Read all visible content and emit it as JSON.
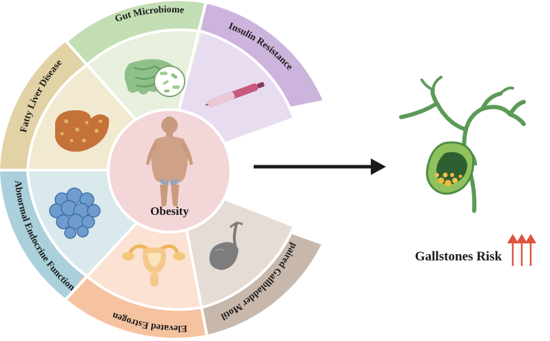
{
  "center": {
    "label": "Obesity"
  },
  "segments": [
    {
      "label": "Gut Microbiome",
      "outer_color": "#c3deb4",
      "inner_color": "#e7f1de",
      "icon": "intestine-icon"
    },
    {
      "label": "Insulin Resistance",
      "outer_color": "#cdb4dd",
      "inner_color": "#e8dcf1",
      "icon": "insulin-pen-icon"
    },
    {
      "label": "Impaired Gallbladder Motility",
      "outer_color": "#c8b8ac",
      "inner_color": "#e6dcd6",
      "icon": "gallbladder-icon"
    },
    {
      "label": "Elevated Estrogen",
      "outer_color": "#f5c3a0",
      "inner_color": "#fbe2d2",
      "icon": "uterus-icon"
    },
    {
      "label": "Abnormal Endocrine Function",
      "outer_color": "#a9d0db",
      "inner_color": "#d9e9ec",
      "icon": "fat-cells-icon"
    },
    {
      "label": "Fatty Liver Disease",
      "outer_color": "#e2d3a6",
      "inner_color": "#f1ead0",
      "icon": "liver-icon"
    }
  ],
  "center_color": "#f3d6d8",
  "arrow_color": "#1a1a1a",
  "result": {
    "label": "Gallstones Risk",
    "arrow_color": "#e0523f",
    "icon": "biliary-tree-icon"
  }
}
